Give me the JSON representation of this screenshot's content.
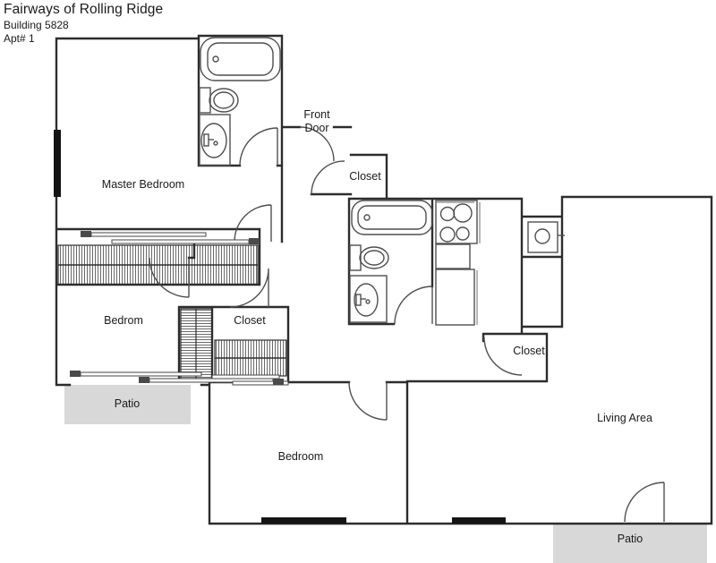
{
  "header": {
    "title": "Fairways of Rolling Ridge",
    "building": "Building 5828",
    "apartment": "Apt# 1"
  },
  "labels": {
    "front_door": "Front Door",
    "master_bedroom": "Master Bedroom",
    "bedroom_left": "Bedrom",
    "bedroom_bottom": "Bedroom",
    "living_area": "Living Area",
    "closet_entry": "Closet",
    "closet_center": "Closet",
    "closet_right": "Closet",
    "patio_left": "Patio",
    "patio_right": "Patio"
  },
  "fixtures": [
    "master-bathtub",
    "master-toilet",
    "master-sink",
    "hall-bathtub",
    "hall-toilet",
    "hall-sink",
    "stove-four-burners",
    "kitchen-counter",
    "kitchen-cabinet",
    "kitchen-sink"
  ],
  "colors": {
    "wall": "#2d2d2d",
    "door": "#4f4f4f",
    "fixture": "#4f4f4f",
    "window": "#141414",
    "patio_fill": "#d8d8d8",
    "hatch": "#6a6a6a",
    "text": "#1a1a1a",
    "accent_gray": "#9a9a9a"
  }
}
